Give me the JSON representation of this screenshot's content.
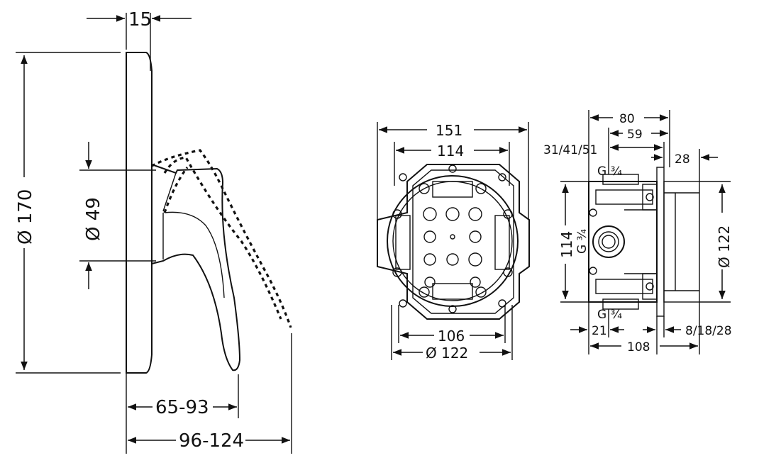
{
  "side_view": {
    "dim_top_thickness": "15",
    "dim_height": "Ø 170",
    "dim_cartridge": "Ø 49",
    "dim_projection_short": "65-93",
    "dim_projection_long": "96-124"
  },
  "box_front": {
    "dim_width_outer": "151",
    "dim_width_mid": "114",
    "dim_width_bottom": "106",
    "dim_diameter": "Ø 122"
  },
  "box_side": {
    "dim_top_80": "80",
    "dim_59": "59",
    "dim_31_41_51": "31/41/51",
    "dim_28": "28",
    "label_inlet_top": "G ¾",
    "label_inlet_bottom": "G ¾",
    "label_inlet_side": "G ¾",
    "dim_114": "114",
    "dim_diameter": "Ø 122",
    "dim_21": "21",
    "dim_8_18_28": "8/18/28",
    "dim_108": "108"
  }
}
